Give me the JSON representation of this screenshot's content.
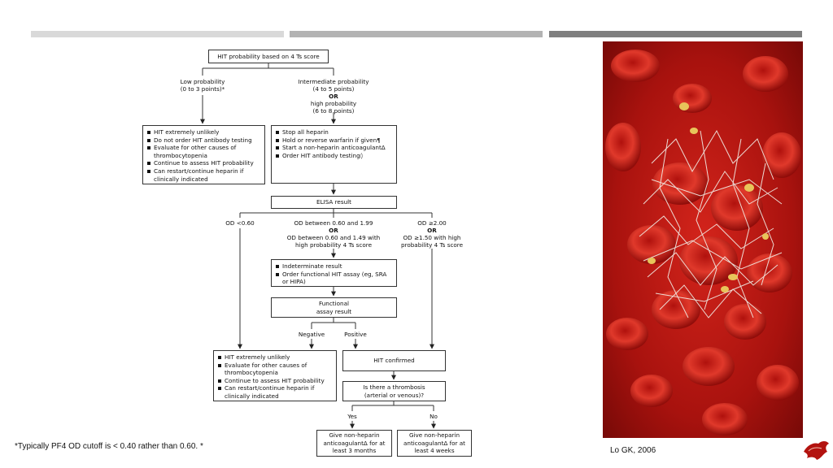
{
  "header_bars": {
    "colors": [
      "#d9d9d9",
      "#b3b3b3",
      "#7f7f7f"
    ]
  },
  "flowchart": {
    "start": "HIT probability based on 4 Ts score",
    "low_prob": [
      "Low probability",
      "(0 to 3 points)*"
    ],
    "high_prob": {
      "line1": "Intermediate probability",
      "line2": "(4 to 5 points)",
      "or": "OR",
      "line3": "high probability",
      "line4": "(6 to 8 points)"
    },
    "low_actions": [
      "HIT extremely unlikely",
      "Do not order HIT antibody testing",
      "Evaluate for other causes of thrombocytopenia",
      "Continue to assess HIT probability",
      "Can restart/continue heparin if clinically indicated"
    ],
    "high_actions": [
      "Stop all heparin",
      "Hold or reverse warfarin if given¶",
      "Start a non-heparin anticoagulantΔ",
      "Order HIT antibody testing◊"
    ],
    "elisa": "ELISA result",
    "od_low": "OD <0.60",
    "od_mid": {
      "line1": "OD between 0.60 and 1.99",
      "or": "OR",
      "line2": "OD between 0.60 and 1.49 with",
      "line3": "high probability 4 Ts score"
    },
    "od_high": {
      "line1": "OD ≥2.00",
      "or": "OR",
      "line2": "OD ≥1.50 with high",
      "line3": "probability 4 Ts score"
    },
    "indeterminate": [
      "Indeterminate result",
      "Order functional HIT assay (eg, SRA or HIPA)"
    ],
    "functional": [
      "Functional",
      "assay result"
    ],
    "negative": "Negative",
    "positive": "Positive",
    "neg_actions": [
      "HIT extremely unlikely",
      "Evaluate for other causes of thrombocytopenia",
      "Continue to assess HIT probability",
      "Can restart/continue heparin if clinically indicated"
    ],
    "confirmed": "HIT confirmed",
    "thrombosis": [
      "Is there a thrombosis",
      "(arterial or venous)?"
    ],
    "yes": "Yes",
    "no": "No",
    "yes_action": [
      "Give non-heparin",
      "anticoagulantΔ for at",
      "least 3 months"
    ],
    "no_action": [
      "Give non-heparin",
      "anticoagulantΔ for at",
      "least 4 weeks"
    ]
  },
  "footnote": "*Typically PF4 OD cutoff is < 0.40 rather than 0.60. *",
  "citation": "Lo GK, 2006",
  "image": {
    "subject": "blood clot illustration",
    "colors": {
      "background": "#b5120f",
      "cell": "#d8231c",
      "fibrin": "#f2efe8",
      "platelet": "#e8c45a"
    }
  }
}
